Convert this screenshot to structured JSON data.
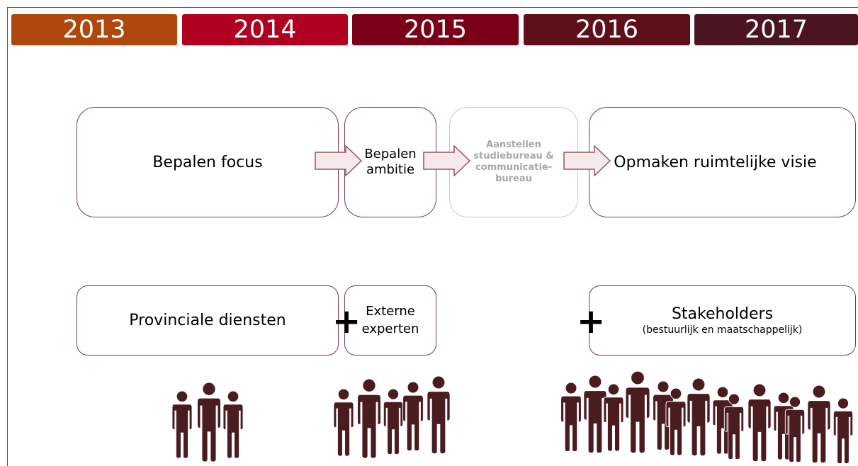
{
  "timeline": {
    "years": [
      {
        "label": "2013",
        "color": "#b0470c"
      },
      {
        "label": "2014",
        "color": "#b0001f"
      },
      {
        "label": "2015",
        "color": "#7a0017"
      },
      {
        "label": "2016",
        "color": "#5e0f18"
      },
      {
        "label": "2017",
        "color": "#4a1420"
      }
    ]
  },
  "steps": {
    "focus": "Bepalen focus",
    "ambitie": "Bepalen\nambitie",
    "aanstellen": "Aanstellen\nstudiebureau &\ncommunicatie-\nbureau",
    "visie": "Opmaken ruimtelijke visie"
  },
  "groups": {
    "provinciale": "Provinciale diensten",
    "externe": "Externe\nexperten",
    "stakeholders_title": "Stakeholders",
    "stakeholders_sub": "(bestuurlijk en maatschappelijk)"
  },
  "symbols": {
    "plus": "+"
  },
  "colors": {
    "border": "#7b3b47",
    "people": "#4a1c20",
    "arrow_fill": "#f5e9ea"
  },
  "icons": {
    "person": "person-icon",
    "arrow": "arrow-right-icon"
  }
}
